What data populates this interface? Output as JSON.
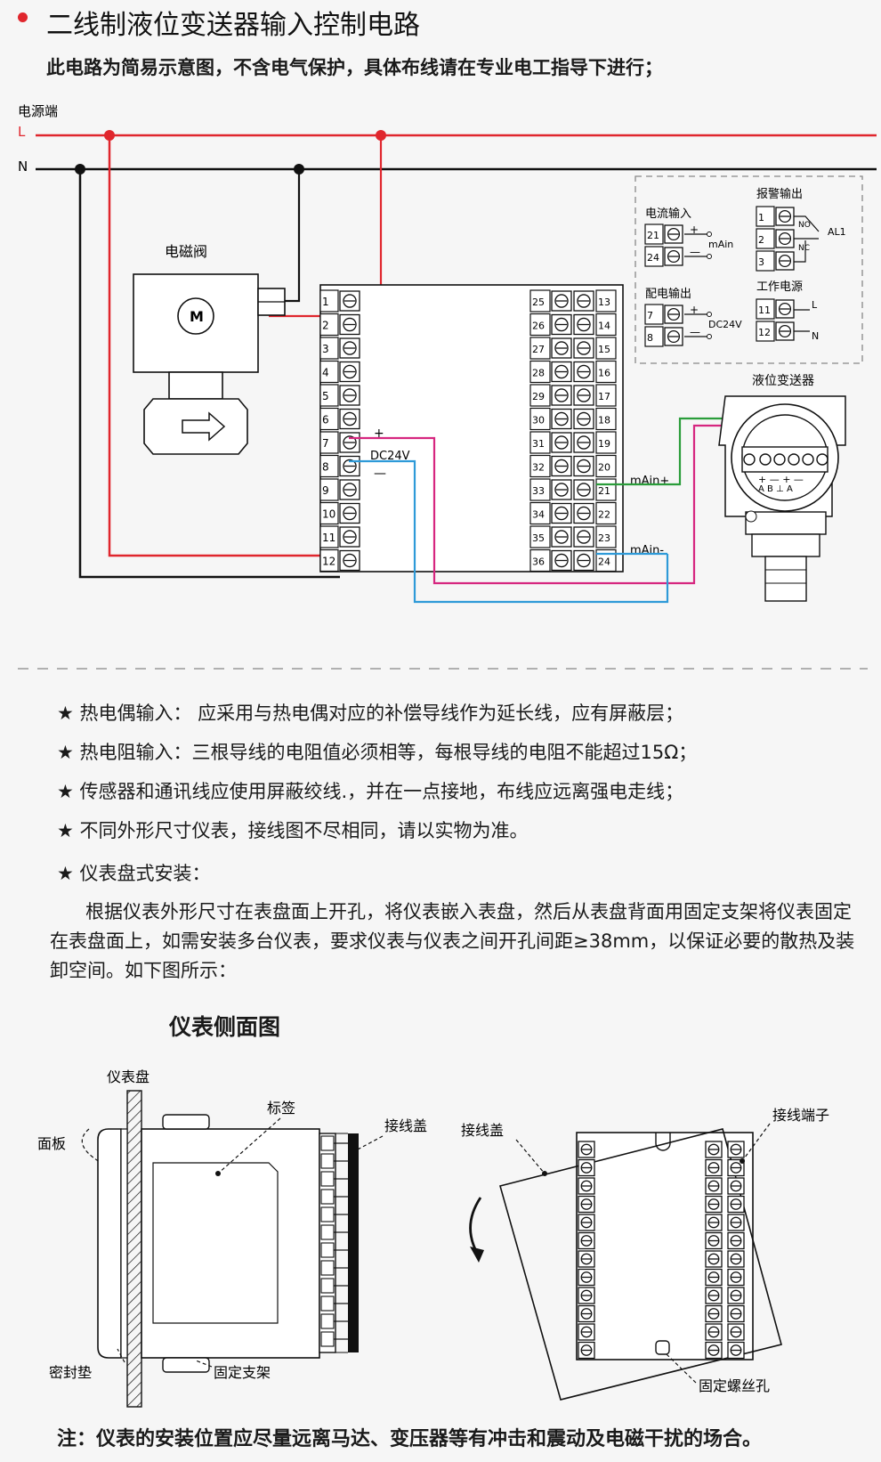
{
  "header": {
    "title": "二线制液位变送器输入控制电路",
    "subtitle": "此电路为简易示意图，不含电气保护，具体布线请在专业电工指导下进行；"
  },
  "wiring": {
    "power_label": "电源端",
    "line_L": "L",
    "line_N": "N",
    "valve_label": "电磁阀",
    "motor_symbol": "M",
    "left_terminals": [
      "1",
      "2",
      "3",
      "4",
      "5",
      "6",
      "7",
      "8",
      "9",
      "10",
      "11",
      "12"
    ],
    "right_terminals_left_col": [
      "25",
      "26",
      "27",
      "28",
      "29",
      "30",
      "31",
      "32",
      "33",
      "34",
      "35",
      "36"
    ],
    "right_terminals_right_col": [
      "13",
      "14",
      "15",
      "16",
      "17",
      "18",
      "19",
      "20",
      "21",
      "22",
      "23",
      "24"
    ],
    "dc_plus": "+",
    "dc_minus": "—",
    "dc_label": "DC24V",
    "main_plus": "mAin+",
    "main_minus": "mAin-",
    "transmitter_label": "液位变送器",
    "transmitter_terminals": "+ — + —",
    "transmitter_sub": "A B ⊥ A",
    "legend": {
      "current_input": "电流输入",
      "current_terms": [
        "21",
        "24"
      ],
      "current_signs": [
        "+",
        "—"
      ],
      "current_label": "mAin",
      "power_dist": "配电输出",
      "power_dist_terms": [
        "7",
        "8"
      ],
      "power_dist_signs": [
        "+",
        "—"
      ],
      "power_dist_label": "DC24V",
      "alarm_output": "报警输出",
      "alarm_terms": [
        "1",
        "2",
        "3"
      ],
      "alarm_no": "NO",
      "alarm_nc": "NC",
      "alarm_label": "AL1",
      "work_power": "工作电源",
      "work_terms": [
        "11",
        "12"
      ],
      "work_L": "L",
      "work_N": "N"
    }
  },
  "notes": [
    "★  热电偶输入：  应采用与热电偶对应的补偿导线作为延长线，应有屏蔽层；",
    "★  热电阻输入：三根导线的电阻值必须相等，每根导线的电阻不能超过15Ω；",
    "★  传感器和通讯线应使用屏蔽绞线.，并在一点接地，布线应远离强电走线；",
    "★  不同外形尺寸仪表，接线图不尽相同，请以实物为准。",
    "★ 仪表盘式安装："
  ],
  "install_paragraph": "根据仪表外形尺寸在表盘面上开孔，将仪表嵌入表盘，然后从表盘背面用固定支架将仪表固定在表盘面上，如需安装多台仪表，要求仪表与仪表之间开孔间距≥38mm，以保证必要的散热及装卸空间。如下图所示：",
  "side_view": {
    "title": "仪表侧面图",
    "panel": "仪表盘",
    "face": "面板",
    "tag": "标签",
    "cover": "接线盖",
    "gasket": "密封垫",
    "bracket": "固定支架"
  },
  "back_view": {
    "cover": "接线盖",
    "terminals": "接线端子",
    "screw_hole": "固定螺丝孔"
  },
  "footer": "注：仪表的安装位置应尽量远离马达、变压器等有冲击和震动及电磁干扰的场合。",
  "colors": {
    "accent_red": "#e0262d",
    "wire_green": "#2a9d3a",
    "wire_magenta": "#d6267f",
    "wire_blue": "#2e9ad8"
  }
}
